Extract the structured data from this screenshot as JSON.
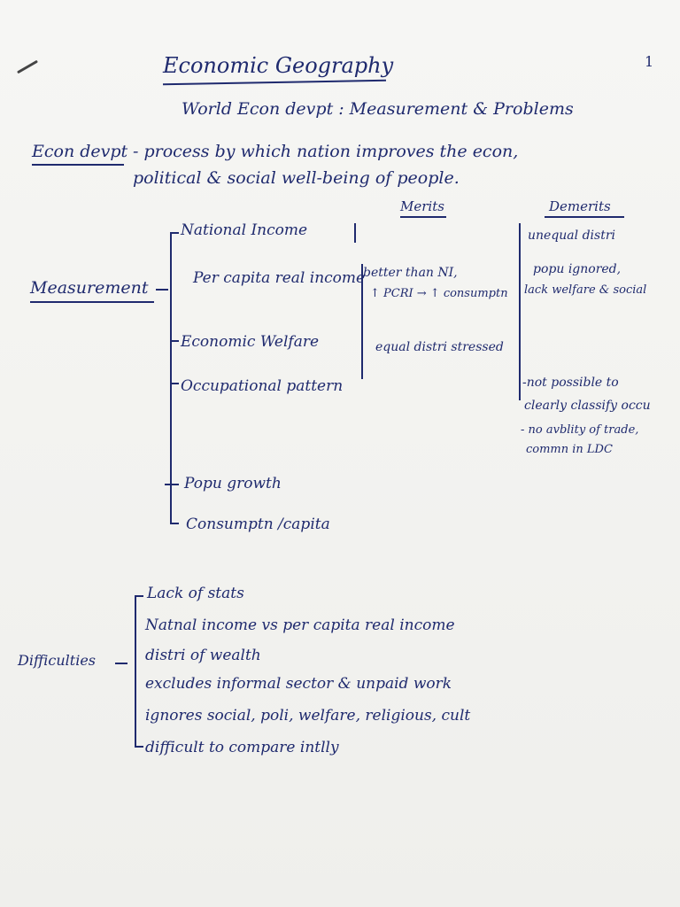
{
  "page": {
    "title": "Economic Geography",
    "page_number": "1",
    "subtitle": "World Econ devpt : Measurement & Problems"
  },
  "definition": {
    "term": "Econ devpt",
    "line1": "- process by which nation improves the econ,",
    "line2": "political & social well-being of people."
  },
  "measurement": {
    "root": "Measurement",
    "merits_header": "Merits",
    "demerits_header": "Demerits",
    "items": [
      {
        "label": "National Income",
        "merit": "",
        "demerit": "unequal distri"
      },
      {
        "label": "Per capita real income",
        "merit_line1": "better than NI,",
        "merit_line2": "↑ PCRI → ↑ consumptn",
        "demerit_line1": "popu ignored,",
        "demerit_line2": "lack welfare & social"
      },
      {
        "label": "Economic Welfare",
        "merit": "equal distri stressed"
      },
      {
        "label": "Occupational pattern",
        "demerit_line1": "-not possible to",
        "demerit_line2": "clearly classify occu",
        "demerit_line3": "- no avblity of trade,",
        "demerit_line4": "commn in LDC"
      },
      {
        "label": "Popu growth"
      },
      {
        "label": "Consumptn /capita"
      }
    ]
  },
  "difficulties": {
    "root": "Difficulties",
    "items": [
      "Lack of stats",
      "Natnal income vs per capita real income",
      "distri of wealth",
      "excludes informal sector & unpaid work",
      "ignores social, poli, welfare, religious, cult",
      "difficult to compare intlly"
    ]
  }
}
